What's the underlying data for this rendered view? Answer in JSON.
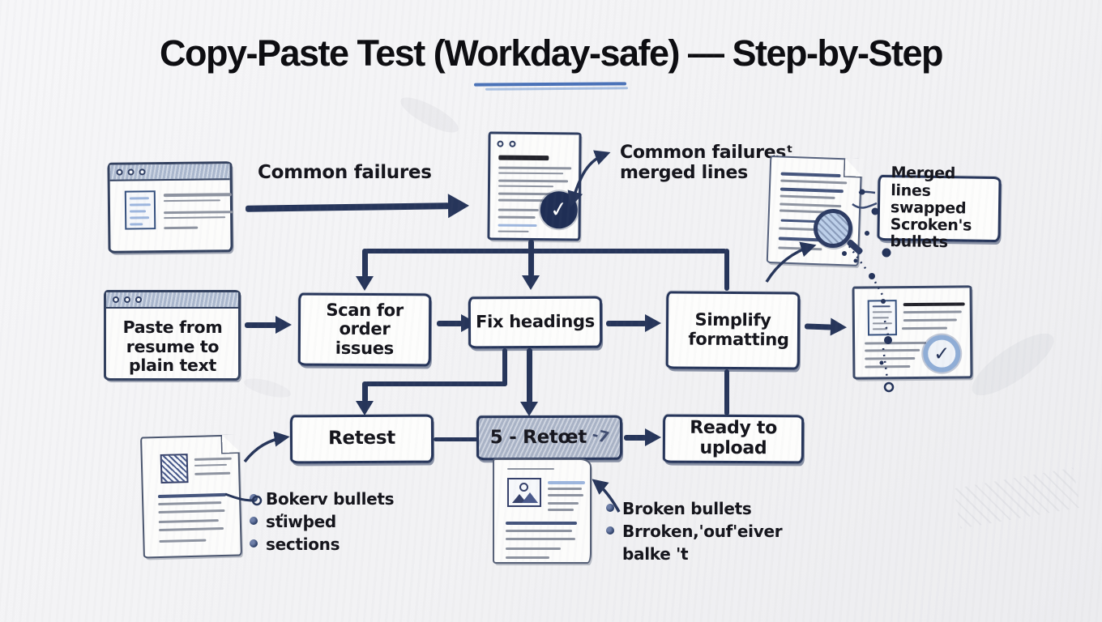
{
  "title": "Copy-Paste Test (Workday-safe) — Step-by-Step",
  "labels": {
    "common_failures": "Common failures",
    "annotation_top": {
      "line1": "Common failuresᵗ",
      "line2": "merged lines"
    },
    "callout": {
      "line1": "Merged lines",
      "line2": "swapped",
      "line3": "Scroken's bullets"
    },
    "left_note": {
      "bullet1": "Bokerv bullets",
      "bullet2": "sťiwþed",
      "bullet3": "sections"
    },
    "bottom_note": {
      "bullet1": "Broken bullets",
      "bullet2": "Brroken,'ouf'eiver",
      "bullet2_cont": "balke 't"
    }
  },
  "steps": {
    "paste": "Paste from resume to plain text",
    "scan": "Scan for order issues",
    "fix": "Fix headings",
    "simplify": "Simplify formatting",
    "retest": "Retest",
    "retest5": "5 - Retœt",
    "retest5_scribble": "-7",
    "ready": "Ready to upload"
  },
  "icons": {
    "checkmark": "✓"
  },
  "colors": {
    "ink": "#26355a",
    "title_text": "#0c0c10",
    "underline_accent": "#4a72b8",
    "underline_light": "#a9c0e2",
    "titlebar_fill": "#b7c4d8",
    "shaded_box_fill": "#b9c2d3",
    "lens_fill": "#bdd0ea",
    "paper_bg": "#f3f3f5",
    "check_circle_fill": "#1f2e55"
  }
}
